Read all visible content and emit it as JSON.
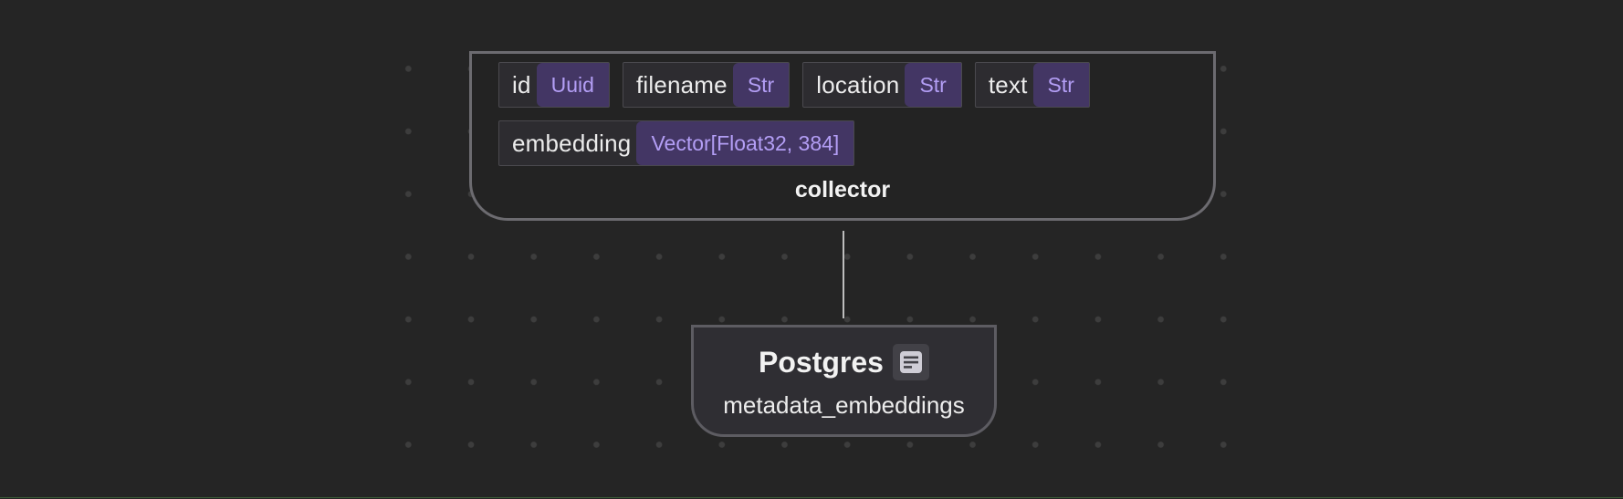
{
  "canvas": {
    "background": "#252525",
    "dot_color": "#3d3d3d",
    "border_accent": "#3b5d38"
  },
  "collector": {
    "label": "collector",
    "fields_row1": [
      {
        "name": "id",
        "type": "Uuid"
      },
      {
        "name": "filename",
        "type": "Str"
      },
      {
        "name": "location",
        "type": "Str"
      },
      {
        "name": "text",
        "type": "Str"
      }
    ],
    "fields_row2": [
      {
        "name": "embedding",
        "type": "Vector[Float32, 384]"
      }
    ],
    "type_badge_bg": "#433664",
    "type_badge_fg": "#b39ef5"
  },
  "target": {
    "title": "Postgres",
    "subtitle": "metadata_embeddings",
    "icon": "table-details-icon"
  }
}
